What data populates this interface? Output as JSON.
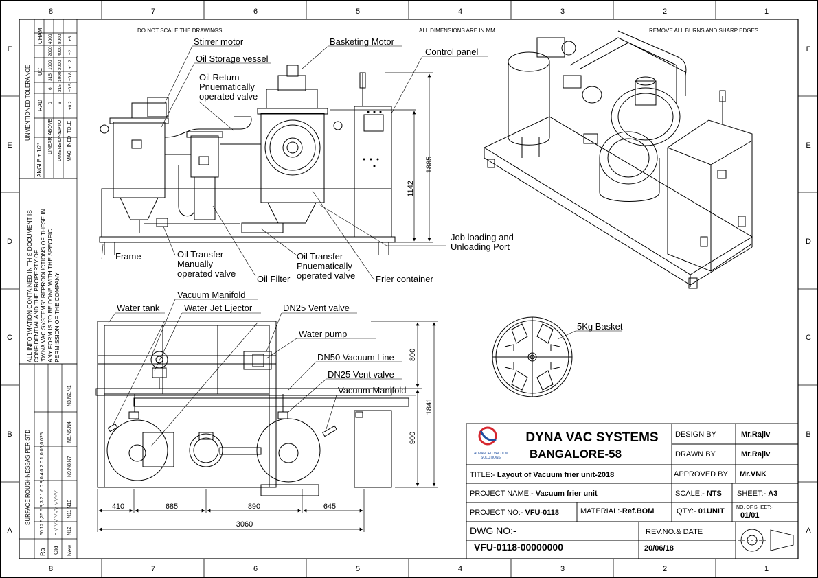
{
  "zones": {
    "columns": [
      "8",
      "7",
      "6",
      "5",
      "4",
      "3",
      "2",
      "1"
    ],
    "rows": [
      "F",
      "E",
      "D",
      "C",
      "B",
      "A"
    ]
  },
  "notes": {
    "scale": "DO NOT SCALE THE DRAWINGS",
    "dimensions": "ALL DIMENSIONS ARE IN MM",
    "edges": "REMOVE ALL BURNS AND SHARP EDGES"
  },
  "front_view": {
    "labels": {
      "stirrer_motor": "Stirrer motor",
      "oil_storage": "Oil Storage vessel",
      "oil_return_1": "Oil Return",
      "oil_return_2": "Pnuematically",
      "oil_return_3": "operated valve",
      "basketing_motor": "Basketing Motor",
      "control_panel": "Control panel",
      "frame": "Frame",
      "transfer_manual_1": "Oil Transfer",
      "transfer_manual_2": "Manually",
      "transfer_manual_3": "operated valve",
      "oil_filter": "Oil Filter",
      "transfer_pneu_1": "Oil Transfer",
      "transfer_pneu_2": "Pnuematically",
      "transfer_pneu_3": "operated valve",
      "frier_container": "Frier container",
      "job_loading_1": "Job loading and",
      "job_loading_2": "Unloading Port"
    },
    "dims": {
      "height_total": "1885",
      "height_mid": "1142"
    }
  },
  "top_view": {
    "labels": {
      "water_tank": "Water tank",
      "vacuum_manifold_top": "Vacuum Manifold",
      "water_jet_ejector": "Water Jet Ejector",
      "dn25_vent_top": "DN25 Vent valve",
      "water_pump": "Water pump",
      "dn50_vacuum": "DN50 Vacuum Line",
      "dn25_vent_mid": "DN25 Vent valve",
      "vacuum_manifold_mid": "Vacuum Manifold"
    },
    "dims": {
      "d410": "410",
      "d685": "685",
      "d890": "890",
      "d645": "645",
      "d3060": "3060",
      "d800": "800",
      "d900": "900",
      "d1841": "1841"
    }
  },
  "basket_label": "5Kg Basket",
  "tolerance_table": {
    "title": "UNMENTIONED TOLERANCE",
    "angle": "ANGLE ± 1/2°",
    "linear": "LINEAR",
    "dimensions": "DIMENSIONS",
    "machined": "MACHINED",
    "above": "ABOVE",
    "upto": "UPTO",
    "tole": "TOLE",
    "rad": "RAD",
    "rad_above": "0",
    "rad_upto": "6",
    "rad_tol": "±0.2",
    "c6_above": "6",
    "c6_upto": "315",
    "c6_tol": "±0.5",
    "uc": "UC",
    "uc_above": "315",
    "uc_upto": "1000",
    "uc_tol": "±0.8",
    "c1000_above": "1000",
    "c1000_upto": "2000",
    "c1000_tol": "±1.2",
    "cham": "CHAM",
    "cham_above": "2000",
    "cham_upto": "4000",
    "cham_tol": "±2",
    "c4000_above": "4000",
    "c4000_upto": "8000",
    "c4000_tol": "±3"
  },
  "confidential": {
    "line1": "ALL INFORMATION CONTAINED IN THIS DOCUMENT IS",
    "line2": "CONFIDENTIAL AND THE PROPERTY OF",
    "line3": "\"DYNA VAC SYSTEMS\" REPRODUCTIONS OF THESE IN",
    "line4": "ANY FORM IS TO BE DONE WITH THE SPECIFIC",
    "line5": "PERMISSION OF THE COMPANY"
  },
  "roughness": {
    "title": "SURFACE ROUGHNESSAS PER STD",
    "ra": "Ra",
    "ra_vals": "50  12.5,25  6.3,3.2,1.6  0.8,0.4,0.2  0.1,0.05,0.025",
    "old": "Old",
    "old_syms": "~  ▽  ▽▽  ▽▽▽  ▽▽▽▽",
    "new": "New",
    "n12": "N12",
    "n11": "N11,N10",
    "n9": "N9,N8,N7",
    "n6": "N6,N5,N4",
    "n3": "N3,N2,N1"
  },
  "title_block": {
    "company": "DYNA VAC SYSTEMS",
    "city": "BANGALORE-58",
    "logo_text_1": "ADVANCED VACUUM",
    "logo_text_2": "SOLUTIONS",
    "design_by_label": "DESIGN BY",
    "design_by": "Mr.Rajiv",
    "drawn_by_label": "DRAWN BY",
    "drawn_by": "Mr.Rajiv",
    "approved_by_label": "APPROVED BY",
    "approved_by": "Mr.VNK",
    "title_label": "TITLE:-",
    "title": "Layout of Vacuum frier unit-2018",
    "project_name_label": "PROJECT NAME:-",
    "project_name": "Vacuum frier unit",
    "scale_label": "SCALE:-",
    "scale": "NTS",
    "sheet_label": "SHEET:-",
    "sheet": "A3",
    "project_no_label": "PROJECT NO:-",
    "project_no": "VFU-0118",
    "material_label": "MATERIAL:-",
    "material": "Ref.BOM",
    "qty_label": "QTY:-",
    "qty": "01UNIT",
    "no_sheet_label": "NO. OF SHEET:-",
    "no_sheet": "01/01",
    "dwg_no_label": "DWG NO:-",
    "dwg_no": "VFU-0118-00000000",
    "rev_label": "REV.NO.& DATE",
    "rev_date": "20/06/18"
  }
}
